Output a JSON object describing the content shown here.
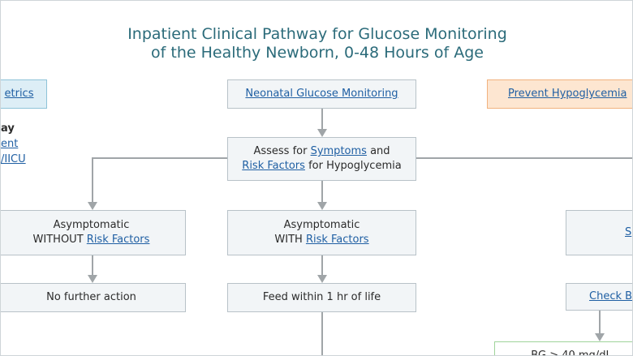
{
  "title": {
    "line1": "Inpatient Clinical Pathway for Glucose Monitoring",
    "line2": "of the Healthy Newborn, 0-48 Hours of Age"
  },
  "boxes": {
    "left_top": {
      "link": "etrics"
    },
    "center_top": {
      "link": "Neonatal Glucose Monitoring"
    },
    "right_top": {
      "link": "Prevent Hypoglycemia"
    },
    "assess": {
      "pre": "Assess for ",
      "link1": "Symptoms",
      "mid": " and",
      "link2": "Risk Factors",
      "post": " for Hypoglycemia"
    },
    "asym_without": {
      "line1": "Asymptomatic",
      "pre": "WITHOUT ",
      "link": "Risk Factors"
    },
    "asym_with": {
      "line1": "Asymptomatic",
      "pre": "WITH ",
      "link": "Risk Factors"
    },
    "right_mid": {
      "link": "S"
    },
    "no_action": {
      "text": "No further action"
    },
    "feed": {
      "text": "Feed within 1 hr of life"
    },
    "check": {
      "link": "Check B"
    },
    "bg": {
      "text": "BG > 40 mg/dL"
    }
  },
  "side": {
    "heading": "ay",
    "link1": "ent",
    "link2": "/IICU"
  },
  "colors": {
    "title": "#2b6b7a",
    "link": "#1f5fa3",
    "connector": "#a0a5a8",
    "box_bg": "#f2f5f7",
    "box_border": "#b8c2c8",
    "blue_bg": "#ddeef6",
    "orange_bg": "#fde6d1",
    "green_border": "#9fd49a"
  }
}
